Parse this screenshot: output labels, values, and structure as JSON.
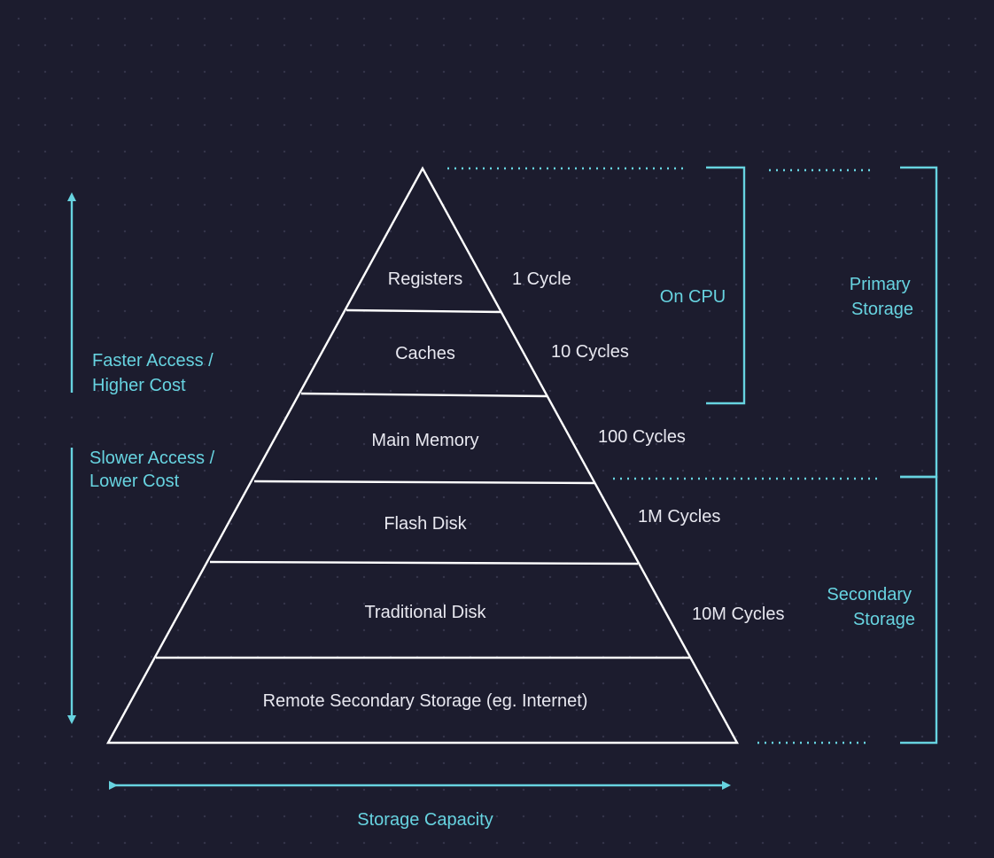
{
  "pyramid_levels": [
    {
      "name": "Registers",
      "latency": "1 Cycle"
    },
    {
      "name": "Caches",
      "latency": "10 Cycles"
    },
    {
      "name": "Main Memory",
      "latency": "100 Cycles"
    },
    {
      "name": "Flash Disk",
      "latency": "1M Cycles"
    },
    {
      "name": "Traditional Disk",
      "latency": "10M Cycles"
    },
    {
      "name": "Remote Secondary Storage (eg. Internet)",
      "latency": ""
    }
  ],
  "left_axis": {
    "up_label": [
      "Faster Access /",
      "Higher Cost"
    ],
    "down_label": [
      "Slower Access /",
      "Lower Cost"
    ]
  },
  "groups": {
    "on_cpu": "On CPU",
    "primary": [
      "Primary",
      "Storage"
    ],
    "secondary": [
      "Secondary",
      "Storage"
    ]
  },
  "bottom_axis": {
    "label": "Storage Capacity"
  },
  "colors": {
    "background": "#1c1c2e",
    "accent": "#67d3e0",
    "lines": "#ffffff",
    "text": "#e8e8f0"
  }
}
